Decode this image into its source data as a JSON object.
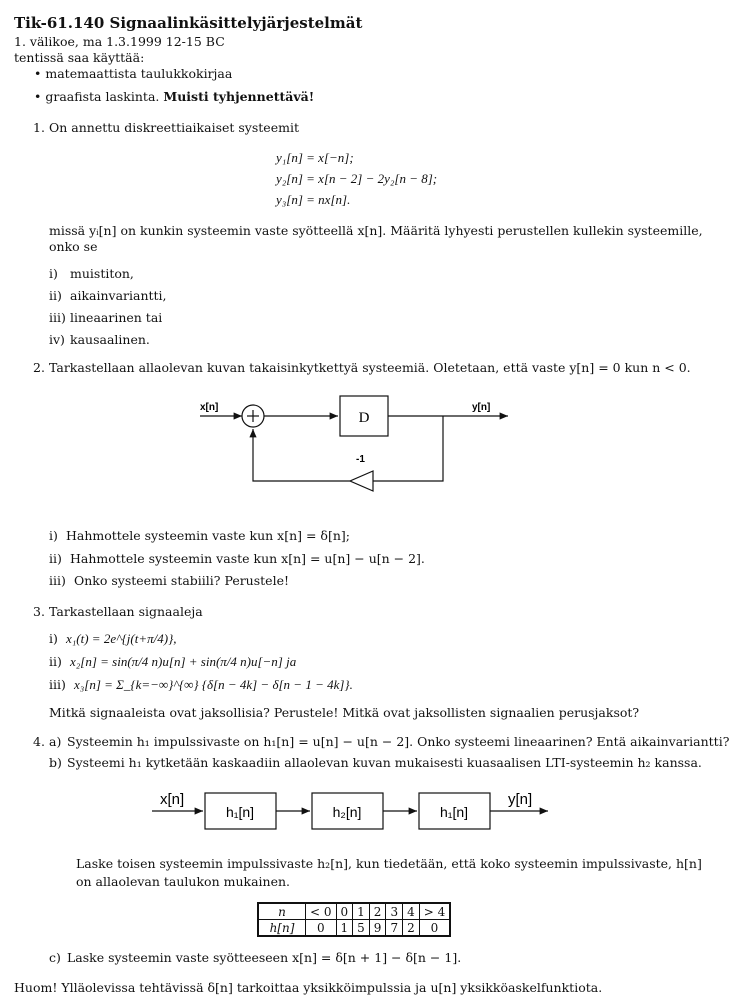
{
  "header": {
    "title": "Tik-61.140 Signaalinkäsittelyjärjestelmät",
    "exam_line": "1. välikoe, ma 1.3.1999 12-15 BC",
    "allowed": "tentissä saa käyttää:",
    "bullets": [
      "matemaattista taulukkokirjaa",
      "graafista laskinta."
    ],
    "bullet_emphasis": "Muisti tyhjennettävä!"
  },
  "q1": {
    "num": "1.",
    "intro": "On annettu diskreettiaikaiset systeemit",
    "eq1": "y₁[n] = x[−n];",
    "eq2": "y₂[n] = x[n − 2] − 2y₂[n − 8];",
    "eq3": "y₃[n] = nx[n].",
    "desc1": "missä yᵢ[n] on kunkin systeemin vaste syötteellä x[n]. Määritä lyhyesti perustellen kullekin systeemille,",
    "desc2": "onko se",
    "items": [
      {
        "label": "i)",
        "text": "muistiton,"
      },
      {
        "label": "ii)",
        "text": "aikainvariantti,"
      },
      {
        "label": "iii)",
        "text": "lineaarinen tai"
      },
      {
        "label": "iv)",
        "text": "kausaalinen."
      }
    ]
  },
  "q2": {
    "num": "2.",
    "intro": "Tarkastellaan allaolevan kuvan takaisinkytkettyä systeemiä. Oletetaan, että vaste y[n] = 0 kun n < 0.",
    "diagram": {
      "input": "x[n]",
      "delay": "D",
      "output": "y[n]",
      "gain": "-1"
    },
    "items": [
      {
        "label": "i)",
        "text": "Hahmottele systeemin vaste kun x[n] = δ[n];"
      },
      {
        "label": "ii)",
        "text": "Hahmottele systeemin vaste kun x[n] = u[n] − u[n − 2]."
      },
      {
        "label": "iii)",
        "text": "Onko systeemi stabiili? Perustele!"
      }
    ]
  },
  "q3": {
    "num": "3.",
    "intro": "Tarkastellaan signaaleja",
    "items": [
      {
        "label": "i)",
        "text": "x₁(t) = 2e^{j(t+π/4)},"
      },
      {
        "label": "ii)",
        "text": "x₂[n] = sin(π/4 n)u[n] + sin(π/4 n)u[−n] ja"
      },
      {
        "label": "iii)",
        "text": "x₃[n] = Σ_{k=−∞}^{∞} {δ[n − 4k] − δ[n − 1 − 4k]}."
      }
    ],
    "question": "Mitkä signaaleista ovat jaksollisia? Perustele! Mitkä ovat jaksollisten signaalien perusjaksot?"
  },
  "q4": {
    "num": "4.",
    "a_label": "a)",
    "a_text": "Systeemin h₁ impulssivaste on h₁[n] = u[n] − u[n − 2]. Onko systeemi lineaarinen? Entä aikainvariantti?",
    "b_label": "b)",
    "b_text": "Systeemi h₁ kytketään kaskaadiin allaolevan kuvan mukaisesti kuasaalisen LTI-systeemin h₂ kanssa.",
    "cascade": {
      "input": "x[n]",
      "block1": "h₁[n]",
      "block2": "h₂[n]",
      "block3": "h₁[n]",
      "output": "y[n]"
    },
    "b_desc1": "Laske toisen systeemin impulssivaste h₂[n], kun tiedetään, että koko systeemin impulssivaste, h[n]",
    "b_desc2": "on allaolevan taulukon mukainen.",
    "table": {
      "headers": [
        "n",
        "< 0",
        "0",
        "1",
        "2",
        "3",
        "4",
        "> 4"
      ],
      "row_label": "h[n]",
      "values": [
        "0",
        "1",
        "5",
        "9",
        "7",
        "2",
        "0"
      ]
    },
    "c_label": "c)",
    "c_text": "Laske systeemin vaste syötteeseen x[n] = δ[n + 1] − δ[n − 1]."
  },
  "footer": "Huom! Ylläolevissa tehtävissä δ[n] tarkoittaa yksikköimpulssia ja u[n] yksikköaskelfunktiota."
}
